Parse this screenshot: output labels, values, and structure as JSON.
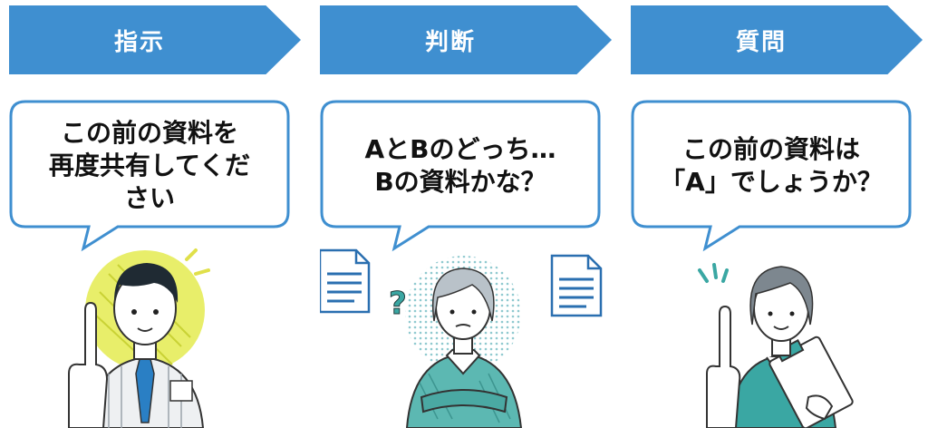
{
  "steps": [
    {
      "header": "指示",
      "speech": "この前の資料を\n再度共有してくだ\nさい"
    },
    {
      "header": "判断",
      "speech": "AとBのどっち…\nBの資料かな？"
    },
    {
      "header": "質問",
      "speech": "この前の資料は\n「A」でしょうか？"
    }
  ],
  "colors": {
    "header_blue": "#3f8fd0",
    "bubble_border": "#3f8fd0",
    "teal": "#3aa7a3",
    "highlight_yellow": "#e8ee6a"
  },
  "icons": [
    "document-icon",
    "question-mark-icon",
    "person-icon",
    "clipboard-icon"
  ]
}
